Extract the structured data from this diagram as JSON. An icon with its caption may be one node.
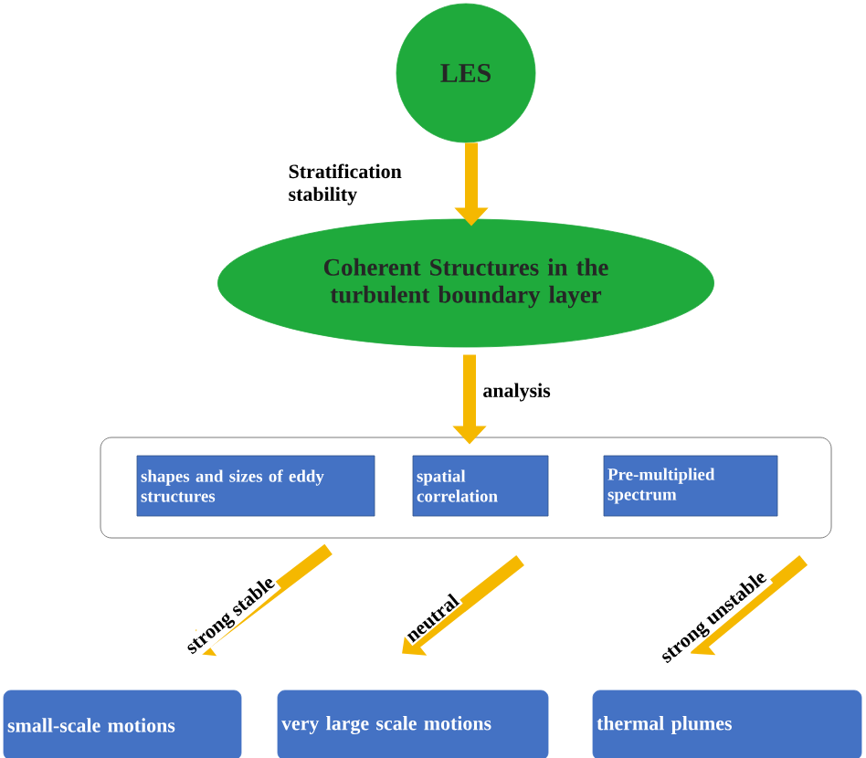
{
  "diagram": {
    "nodes": [
      {
        "text": [
          "LES"
        ]
      },
      {
        "text": [
          "Coherent  Structures in the turbulent boundary layer"
        ]
      },
      {
        "text": [],
        "shape": "box"
      },
      {
        "text": [
          "shapes and sizes of eddy structures"
        ],
        "in": 2
      },
      {
        "text": [
          "spatial correlation"
        ],
        "in": 2
      },
      {
        "text": [
          "Pre-multiplied spectrum"
        ],
        "in": 2
      },
      {
        "text": [
          "small-scale motions"
        ]
      },
      {
        "text": [
          "very large scale motions"
        ]
      },
      {
        "text": [
          "thermal plumes"
        ]
      }
    ],
    "edges": [
      {
        "from": 0,
        "to": 1,
        "arrow": "to",
        "label": "Stratification stability"
      },
      {
        "from": 1,
        "to": 2,
        "arrow": "to",
        "label": "analysis"
      },
      {
        "from": 2,
        "to": 6,
        "arrow": "to",
        "label": "strong stable"
      },
      {
        "from": 2,
        "to": 7,
        "arrow": "to",
        "label": "neutral"
      },
      {
        "from": 2,
        "to": 8,
        "arrow": "to",
        "label": "strong unstable"
      }
    ]
  }
}
